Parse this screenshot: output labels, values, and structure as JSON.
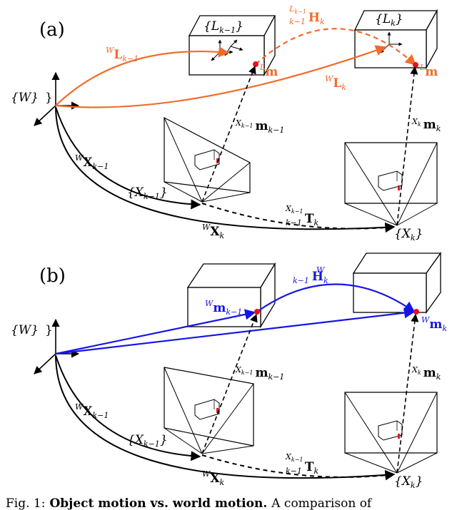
{
  "panels": [
    {
      "label": "(a)",
      "world_frame": "{W}",
      "object_frame_prev": "{L",
      "object_frame_prev_sub": "k−1",
      "object_frame_cur": "{L",
      "object_frame_cur_sub": "k",
      "camera_frame_prev": "{X",
      "camera_frame_prev_sub": "k−1",
      "camera_frame_cur": "{X",
      "camera_frame_cur_sub": "k",
      "landmark_label": "m",
      "landmark_label_sup": "L",
      "pose_prev": "L",
      "pose_prev_sub": "k−1",
      "pose_cur": "L",
      "pose_cur_sub": "k",
      "motion": "H",
      "motion_sub": "k",
      "motion_sup": "L",
      "motion_sup_sub": "k−1",
      "motion_presub": "k−1",
      "cam_pose_prev": "X",
      "cam_pose_prev_sub": "k−1",
      "cam_pose_cur": "X",
      "cam_pose_cur_sub": "k",
      "meas_prev": "m",
      "meas_prev_sub": "k−1",
      "meas_cur": "m",
      "meas_cur_sub": "k",
      "odom": "T",
      "odom_sub": "k",
      "odom_presub": "k−1",
      "colors": {
        "object": "#f26b2b",
        "camera": "#000000",
        "landmark": "#e8101a"
      }
    },
    {
      "label": "(b)",
      "world_frame": "{W}",
      "camera_frame_prev": "{X",
      "camera_frame_prev_sub": "k−1",
      "camera_frame_cur": "{X",
      "camera_frame_cur_sub": "k",
      "point_prev": "m",
      "point_prev_sub": "k−1",
      "point_cur": "m",
      "point_cur_sub": "k",
      "motion": "H",
      "motion_sub": "k",
      "motion_presub": "k−1",
      "cam_pose_prev": "X",
      "cam_pose_prev_sub": "k−1",
      "cam_pose_cur": "X",
      "cam_pose_cur_sub": "k",
      "meas_prev": "m",
      "meas_prev_sub": "k−1",
      "meas_cur": "m",
      "meas_cur_sub": "k",
      "odom": "T",
      "odom_sub": "k",
      "odom_presub": "k−1",
      "colors": {
        "object": "#1515e6",
        "camera": "#000000",
        "landmark": "#e8101a"
      }
    }
  ],
  "superscripts": {
    "world": "W",
    "cam_prev": "X",
    "cam_prev_sub": "k−1",
    "cam_cur": "X",
    "cam_cur_sub": "k"
  },
  "caption": {
    "prefix": "Fig. 1:",
    "bold": "Object motion vs. world motion.",
    "rest": "A comparison of"
  }
}
